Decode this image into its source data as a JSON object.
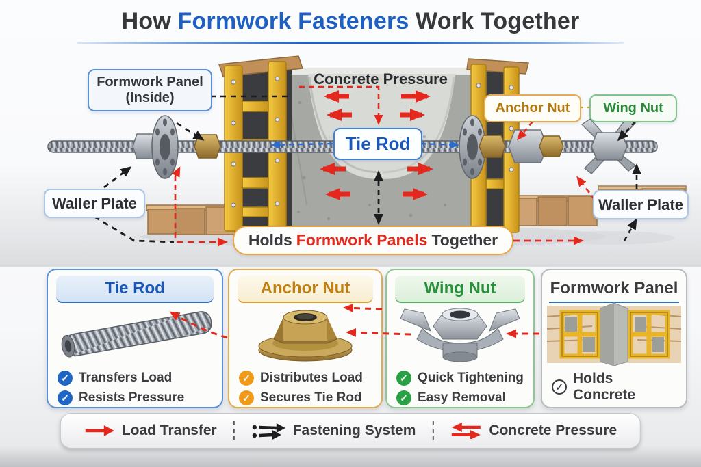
{
  "title": {
    "prefix": "How",
    "highlight": "Formwork Fasteners",
    "suffix": "Work Together"
  },
  "diagram": {
    "labels": {
      "formwork_panel_line1": "Formwork Panel",
      "formwork_panel_line2": "(Inside)",
      "concrete_pressure": "Concrete Pressure",
      "anchor_nut": "Anchor Nut",
      "wing_nut": "Wing Nut",
      "tie_rod": "Tie Rod",
      "waller_plate_left": "Waller Plate",
      "waller_plate_right": "Waller Plate",
      "banner_prefix": "Holds",
      "banner_highlight": "Formwork Panels",
      "banner_suffix": "Together"
    }
  },
  "cards": [
    {
      "title": "Tie Rod",
      "color": "#1a56b8",
      "bullets": [
        "Transfers Load",
        "Resists Pressure"
      ]
    },
    {
      "title": "Anchor Nut",
      "color": "#bf7f12",
      "bullets": [
        "Distributes Load",
        "Secures Tie Rod"
      ]
    },
    {
      "title": "Wing Nut",
      "color": "#28903c",
      "bullets": [
        "Quick Tightening",
        "Easy Removal"
      ]
    },
    {
      "title": "Formwork Panel",
      "color": "#3a3b3e",
      "bullets": [
        "Holds Concrete"
      ]
    }
  ],
  "legend": {
    "items": [
      {
        "icon": "red-arrow-icon",
        "label": "Load Transfer"
      },
      {
        "icon": "black-dashed-arrows-icon",
        "label": "Fastening System"
      },
      {
        "icon": "red-opposing-arrows-icon",
        "label": "Concrete Pressure"
      }
    ]
  },
  "colors": {
    "title_highlight": "#1d5fc2",
    "load_transfer_red": "#e4281d",
    "anchor_orange": "#bf7f12",
    "wing_green": "#28903c",
    "tie_rod_blue": "#1a56b8",
    "formwork_yellow": "#e8b427",
    "brass": "#b08d4a",
    "steel": "#aab0b8"
  }
}
